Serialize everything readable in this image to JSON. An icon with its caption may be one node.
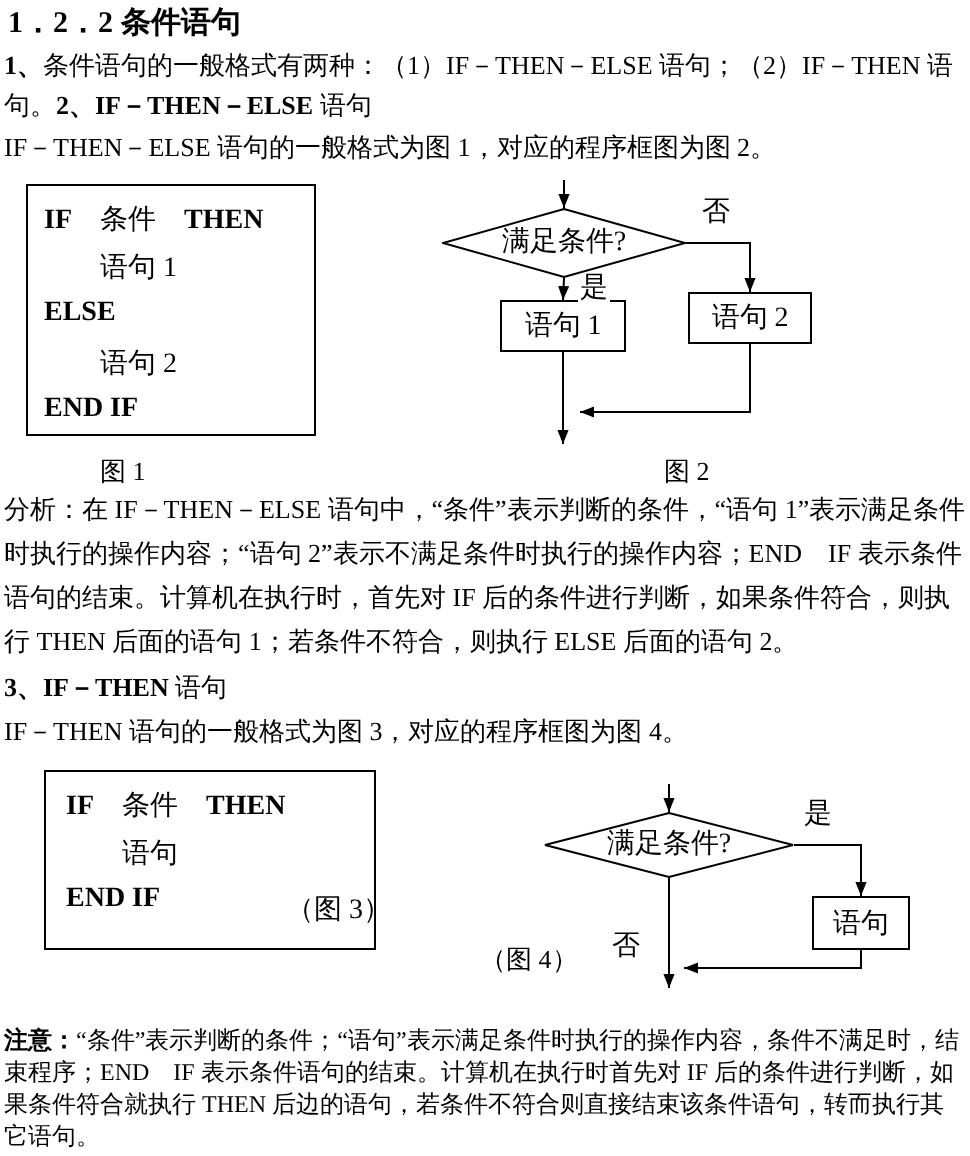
{
  "diagram": {
    "title": "1．2．2 条件语句",
    "nodes": [
      {
        "text": [
          "**IF**　条件　**THEN**",
          "语句 1",
          "ELSE",
          "语句 2",
          "END IF"
        ],
        "beside": [
          "图 1"
        ]
      },
      {
        "text": [
          "满足条件?"
        ]
      },
      {
        "text": [
          "语句 1"
        ]
      },
      {
        "text": [
          "语句 2"
        ]
      },
      {
        "text": [
          "**IF**　条件　**THEN**",
          "语句",
          "END IF",
          "（图 3）"
        ]
      },
      {
        "text": [
          "满足条件?"
        ]
      },
      {
        "text": [
          "语句"
        ]
      }
    ],
    "edges": [
      {
        "from": null,
        "to": 1,
        "arrow": "to"
      },
      {
        "from": 1,
        "to": 2,
        "arrow": "to",
        "label": "是"
      },
      {
        "from": 1,
        "to": 3,
        "arrow": "to",
        "label": "否"
      },
      {
        "from": 2,
        "to": null,
        "arrow": "to"
      },
      {
        "from": 3,
        "to": null,
        "arrow": "to"
      },
      {
        "from": null,
        "to": 5,
        "arrow": "to"
      },
      {
        "from": 5,
        "to": 6,
        "arrow": "to",
        "label": "是"
      },
      {
        "from": 5,
        "to": null,
        "arrow": "to",
        "label": "否"
      },
      {
        "from": 6,
        "to": null,
        "arrow": "to"
      }
    ],
    "labels": [
      "**1、**条件语句的一般格式有两种：（1）IF－THEN－ELSE 语句；（2）IF－THEN 语句。**2、IF－THEN－ELSE** 语句",
      "IF－THEN－ELSE 语句的一般格式为图 1，对应的程序框图为图 2。",
      "图 2",
      "分析：在 IF－THEN－ELSE 语句中，“条件”表示判断的条件，“语句 1”表示满足条件时执行的操作内容；“语句 2”表示不满足条件时执行的操作内容；END　IF 表示条件语句的结束。计算机在执行时，首先对 IF 后的条件进行判断，如果条件符合，则执行 THEN 后面的语句 1；若条件不符合，则执行 ELSE 后面的语句 2。",
      "**3、IF－THEN** 语句",
      "IF－THEN 语句的一般格式为图 3，对应的程序框图为图 4。",
      "（图 4）",
      "**注意：**“条件”表示判断的条件；“语句”表示满足条件时执行的操作内容，条件不满足时，结束程序；END　IF 表示条件语句的结束。计算机在执行时首先对 IF 后的条件进行判断，如果条件符合就执行 THEN 后边的语句，若条件不符合则直接结束该条件语句，转而执行其它语句。"
    ]
  }
}
